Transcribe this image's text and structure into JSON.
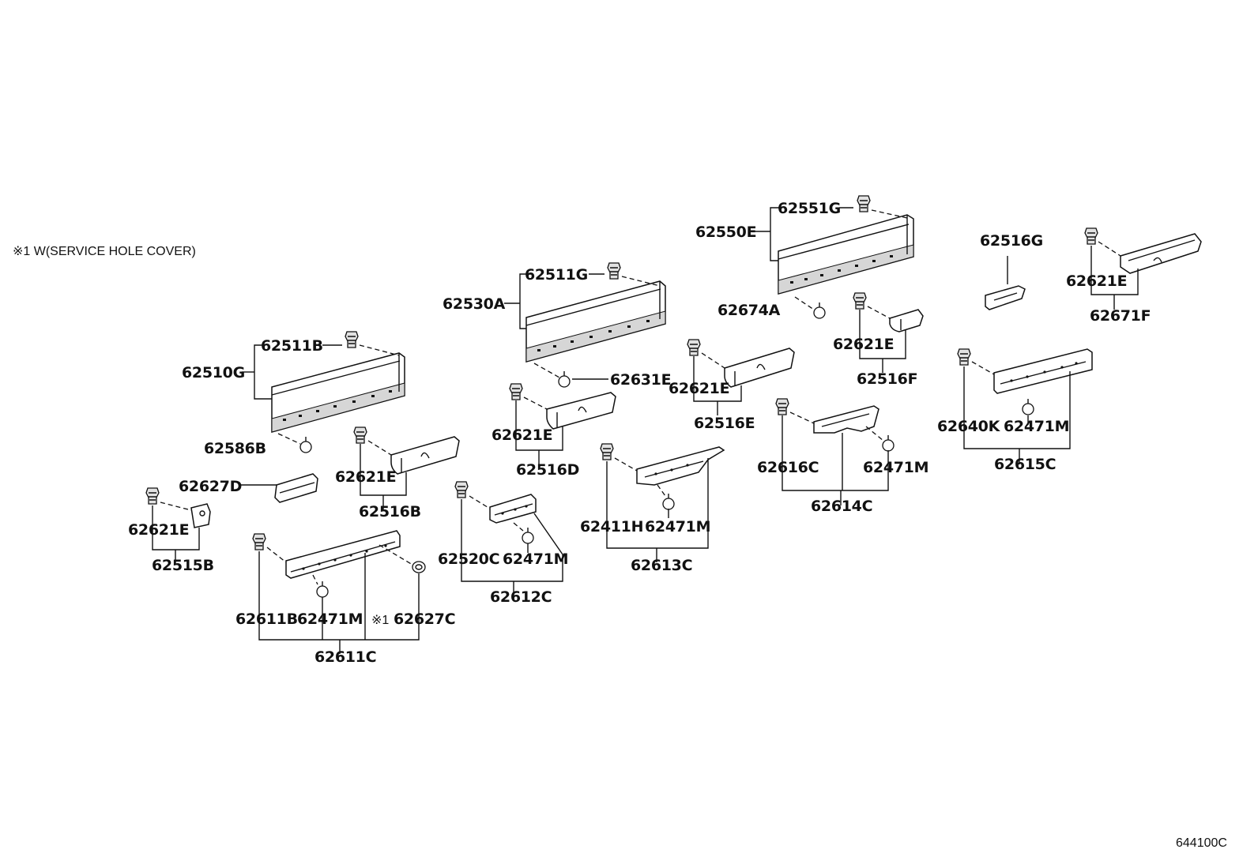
{
  "labels": {
    "p62551G": "62551G",
    "p62550E": "62550E",
    "p62516G": "62516G",
    "p62621E_a": "62621E",
    "p62671F": "62671F",
    "p62511G": "62511G",
    "p62530A": "62530A",
    "p62674A": "62674A",
    "p62621E_b": "62621E",
    "p62516F": "62516F",
    "p62511B": "62511B",
    "p62510G": "62510G",
    "p62631E": "62631E",
    "p62621E_c": "62621E",
    "p62516E": "62516E",
    "p62621E_d": "62621E",
    "p62516D": "62516D",
    "p62586B": "62586B",
    "p62616C": "62616C",
    "p62471M_a": "62471M",
    "p62614C": "62614C",
    "p62640K": "62640K",
    "p62471M_b": "62471M",
    "p62615C": "62615C",
    "p62621E_e": "62621E",
    "p62516B": "62516B",
    "p62627D": "62627D",
    "p62621E_f": "62621E",
    "p62515B": "62515B",
    "p62411H": "62411H",
    "p62471M_c": "62471M",
    "p62613C": "62613C",
    "p62520C": "62520C",
    "p62471M_d": "62471M",
    "p62612C": "62612C",
    "p62611B": "62611B",
    "p62471M_e": "62471M",
    "note_mark": "※1",
    "p62627C": "62627C",
    "p62611C": "62611C"
  },
  "footnote": "※1 W(SERVICE HOLE COVER)",
  "diagram_id": "644100C"
}
